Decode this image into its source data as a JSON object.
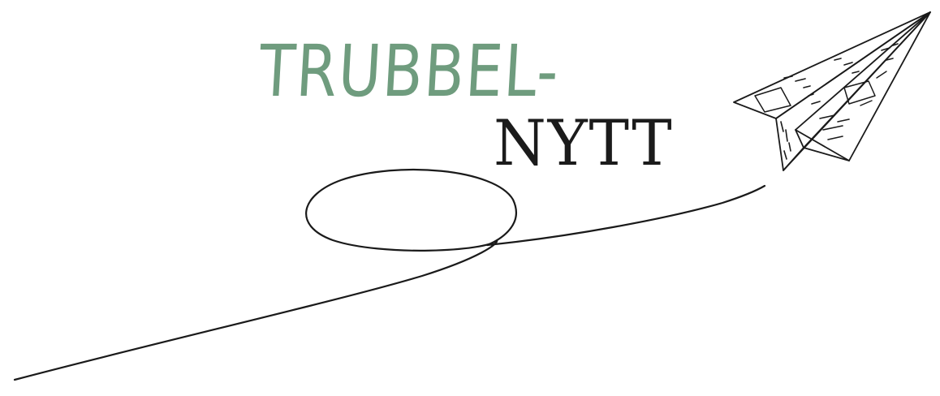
{
  "logo": {
    "line1": "TRUBBEL-",
    "line2": "NYTT"
  },
  "colors": {
    "line1_text": "#6f9c7e",
    "line2_text": "#1b1b1b",
    "ink": "#1a1a1a",
    "background": "#ffffff"
  },
  "icons": {
    "plane": "paper-airplane-icon",
    "trail": "flight-trail-loop"
  }
}
